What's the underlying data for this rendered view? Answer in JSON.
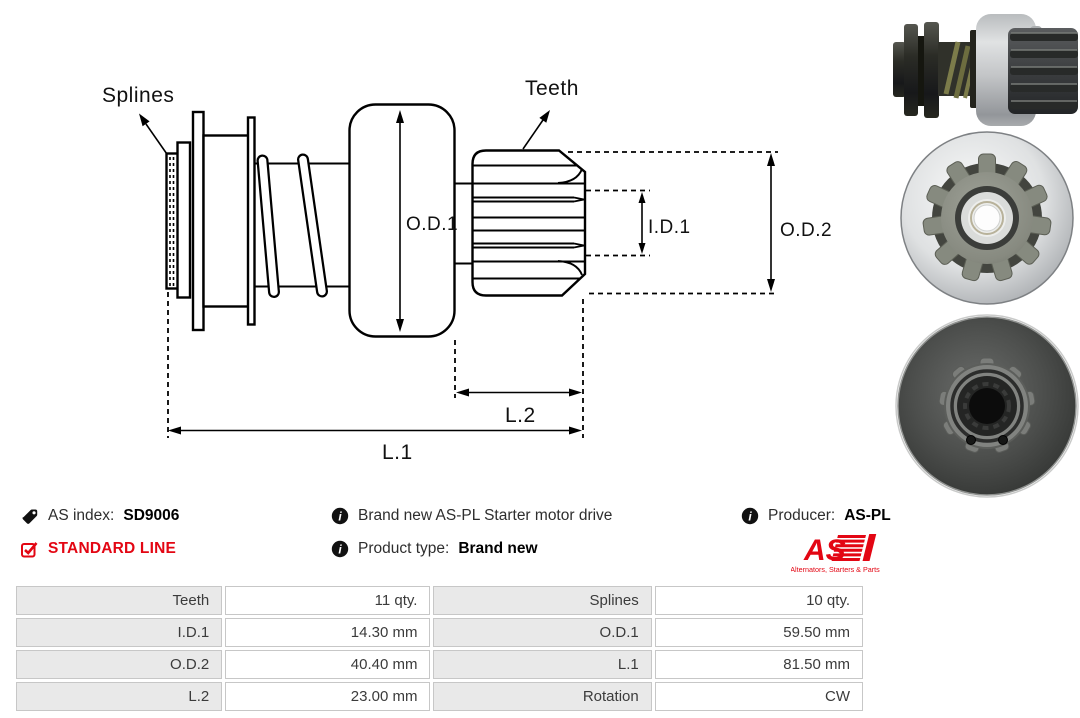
{
  "diagram": {
    "labels": {
      "splines": "Splines",
      "teeth": "Teeth",
      "od1": "O.D.1",
      "id1": "I.D.1",
      "od2": "O.D.2",
      "l2": "L.2",
      "l1": "L.1"
    }
  },
  "info": {
    "as_index_label": "AS index:",
    "as_index_value": "SD9006",
    "standard_line": "STANDARD LINE",
    "description": "Brand new AS-PL Starter motor drive",
    "product_type_label": "Product type:",
    "product_type_value": "Brand new",
    "producer_label": "Producer:",
    "producer_value": "AS-PL",
    "logo_text": "AS",
    "logo_tagline": "Alternators, Starters & Parts"
  },
  "icons": {
    "index": "tag-icon",
    "line": "checkbox-checked-icon",
    "info": "info-icon"
  },
  "specs": {
    "rows": [
      {
        "label1": "Teeth",
        "value1": "11 qty.",
        "label2": "Splines",
        "value2": "10 qty."
      },
      {
        "label1": "I.D.1",
        "value1": "14.30 mm",
        "label2": "O.D.1",
        "value2": "59.50 mm"
      },
      {
        "label1": "O.D.2",
        "value1": "40.40 mm",
        "label2": "L.1",
        "value2": "81.50 mm"
      },
      {
        "label1": "L.2",
        "value1": "23.00 mm",
        "label2": "Rotation",
        "value2": "CW"
      }
    ]
  },
  "colors": {
    "accent_red": "#e30613",
    "table_label_bg": "#e9e9e9",
    "table_border": "#c7c7c7",
    "drawing_stroke": "#000000",
    "text": "#2e2e2e"
  }
}
